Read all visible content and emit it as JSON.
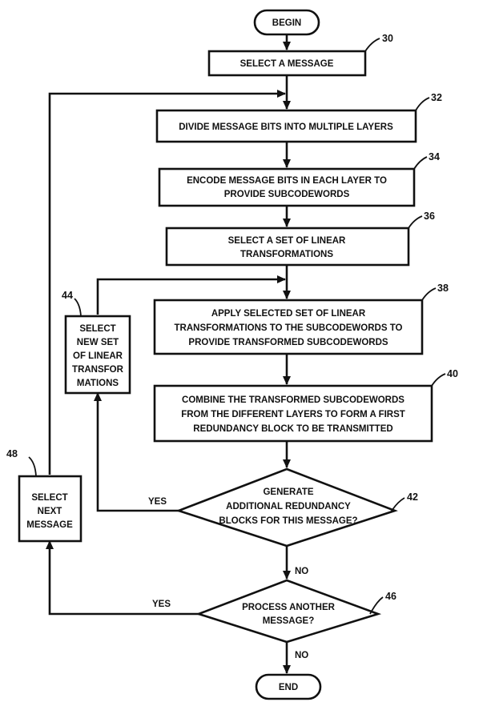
{
  "nodes": {
    "begin": {
      "label": "BEGIN"
    },
    "select_message": {
      "ref": "30",
      "lines": [
        "SELECT A MESSAGE"
      ]
    },
    "divide": {
      "ref": "32",
      "lines": [
        "DIVIDE MESSAGE BITS INTO MULTIPLE LAYERS"
      ]
    },
    "encode": {
      "ref": "34",
      "lines": [
        "ENCODE MESSAGE BITS IN EACH LAYER TO",
        "PROVIDE SUBCODEWORDS"
      ]
    },
    "select_set": {
      "ref": "36",
      "lines": [
        "SELECT A SET OF LINEAR",
        "TRANSFORMATIONS"
      ]
    },
    "apply": {
      "ref": "38",
      "lines": [
        "APPLY SELECTED SET OF LINEAR",
        "TRANSFORMATIONS TO THE SUBCODEWORDS TO",
        "PROVIDE TRANSFORMED SUBCODEWORDS"
      ]
    },
    "combine": {
      "ref": "40",
      "lines": [
        "COMBINE THE TRANSFORMED SUBCODEWORDS",
        "FROM THE DIFFERENT LAYERS TO FORM A FIRST",
        "REDUNDANCY BLOCK TO BE TRANSMITTED"
      ]
    },
    "generate": {
      "ref": "42",
      "lines": [
        "GENERATE",
        "ADDITIONAL REDUNDANCY",
        "BLOCKS FOR THIS MESSAGE?"
      ]
    },
    "new_set": {
      "ref": "44",
      "lines": [
        "SELECT",
        "NEW SET",
        "OF LINEAR",
        "TRANSFOR",
        "MATIONS"
      ]
    },
    "process": {
      "ref": "46",
      "lines": [
        "PROCESS ANOTHER",
        "MESSAGE?"
      ]
    },
    "next_message": {
      "ref": "48",
      "lines": [
        "SELECT",
        "NEXT",
        "MESSAGE"
      ]
    },
    "end": {
      "label": "END"
    }
  },
  "branches": {
    "generate_yes": "YES",
    "generate_no": "NO",
    "process_yes": "YES",
    "process_no": "NO"
  }
}
